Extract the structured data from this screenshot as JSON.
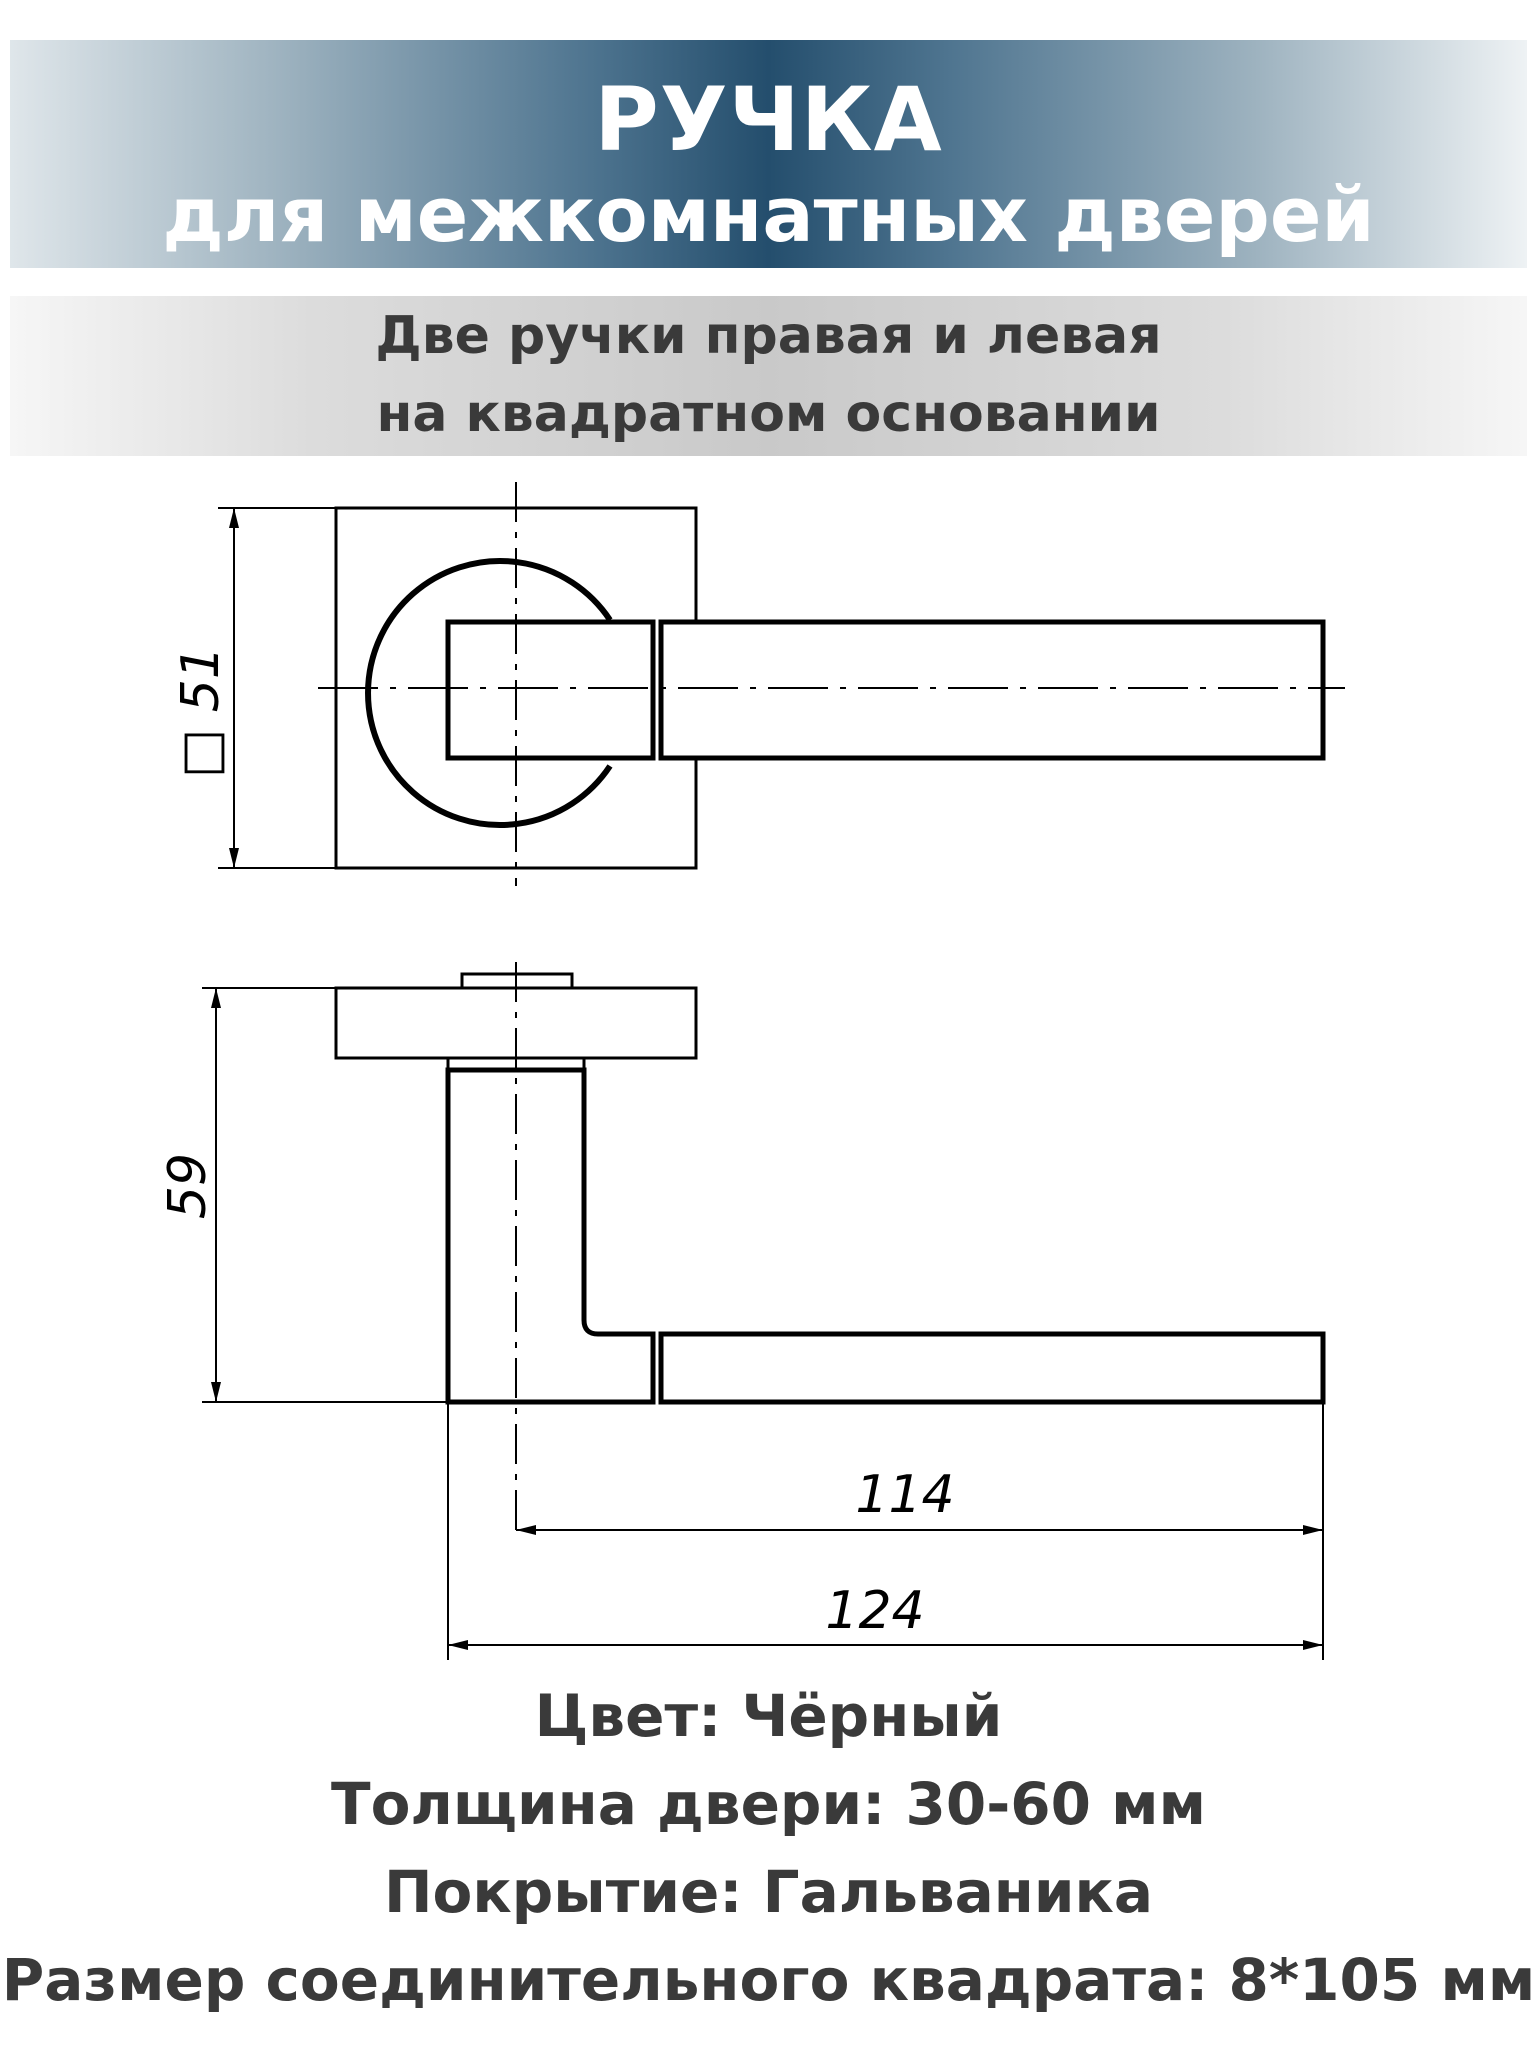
{
  "header": {
    "title": "РУЧКА",
    "subtitle": "для межкомнатных дверей"
  },
  "subheader": {
    "line1": "Две ручки правая и левая",
    "line2": "на квадратном основании"
  },
  "drawing": {
    "base_dimension": "51",
    "base_symbol": "□",
    "height_dimension": "59",
    "length_dimension_inner": "114",
    "length_dimension_outer": "124"
  },
  "specs": {
    "color": "Цвет: Чёрный",
    "door_thickness": "Толщина двери: 30-60 мм",
    "coating": "Покрытие: Гальваника",
    "square_size": "Размер соединительного квадрата: 8*105 мм"
  }
}
